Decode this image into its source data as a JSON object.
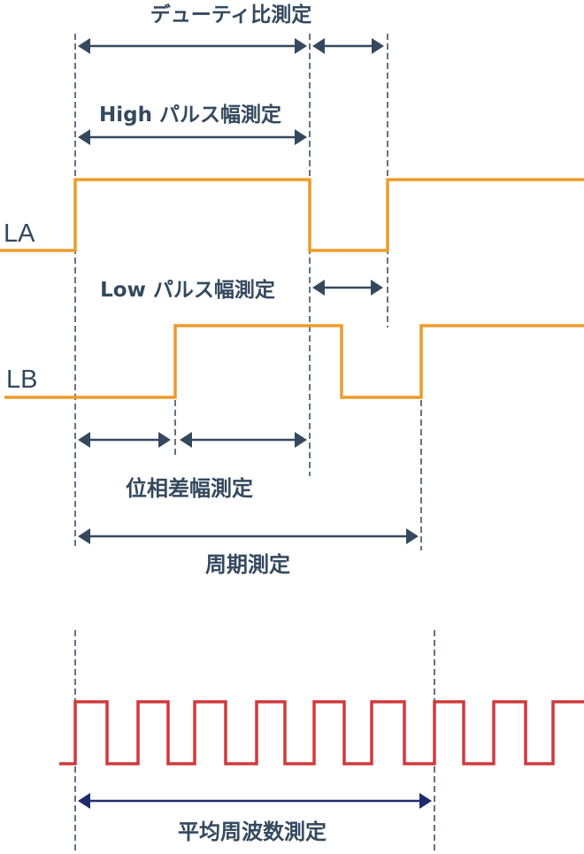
{
  "diagram": {
    "title": "デューティ比測定",
    "signals": [
      {
        "name": "LA",
        "levels": [
          "low",
          "high",
          "low",
          "high"
        ]
      },
      {
        "name": "LB",
        "levels": [
          "low",
          "high",
          "low",
          "high"
        ]
      }
    ],
    "measurements": {
      "duty_ratio": "デューティ比測定",
      "high_pulse_width": "High パルス幅測定",
      "low_pulse_width": "Low パルス幅測定",
      "phase_difference_width": "位相差幅測定",
      "period": "周期測定",
      "average_frequency": "平均周波数測定"
    },
    "frequency_signal": {
      "levels_start": "low",
      "rising_edges_shown": 9,
      "cycles_in_measurement_window": 6
    },
    "colors": {
      "logic_signal": "#ee9b2a",
      "frequency_signal": "#d0393b",
      "annotation": "#34495e",
      "average_frequency_arrow": "#1f2a6e",
      "guide_line": "#3d5064"
    }
  }
}
